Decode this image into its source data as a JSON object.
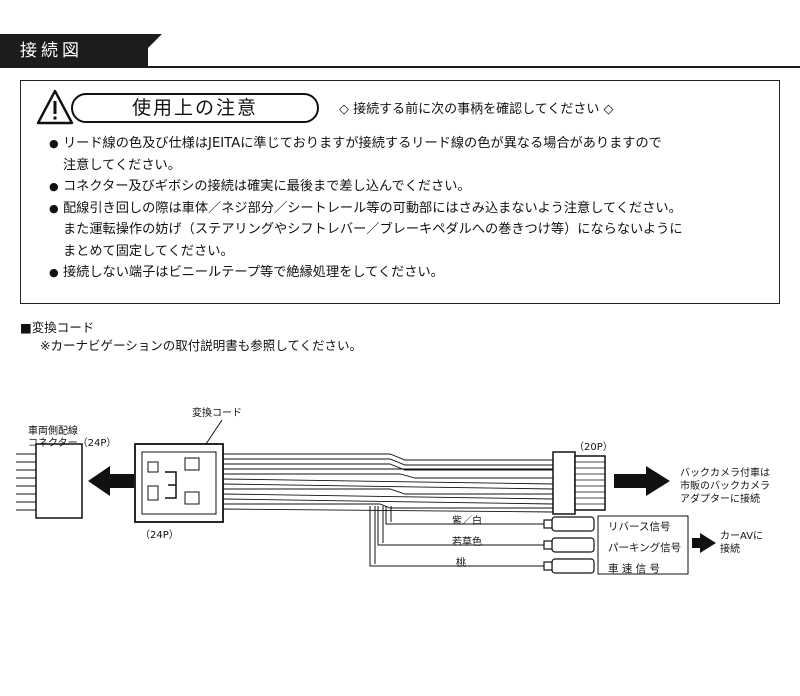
{
  "header": {
    "title": "接続図"
  },
  "caution": {
    "heading": "使用上の注意",
    "note": "◇ 接続する前に次の事柄を確認してください ◇",
    "items": [
      "リード線の色及び仕様はJEITAに準じておりますが接続するリード線の色が異なる場合がありますので",
      "注意してください。",
      "コネクター及びギボシの接続は確実に最後まで差し込んでください。",
      "配線引き回しの際は車体／ネジ部分／シートレール等の可動部にはさみ込まないよう注意してください。",
      "また運転操作の妨げ（ステアリングやシフトレバー／ブレーキペダルへの巻きつけ等）にならないように",
      "まとめて固定してください。",
      "接続しない端子はビニールテープ等で絶縁処理をしてください。"
    ]
  },
  "section": {
    "title": "■変換コード",
    "note": "※カーナビゲーションの取付説明書も参照してください。"
  },
  "diagram": {
    "vehicle_connector": "車両側配線",
    "vehicle_connector_2": "コネクター（24P）",
    "conversion_cord": "変換コード",
    "pin24": "（24P）",
    "pin20": "（20P）",
    "camera_note_1": "バックカメラ付車は",
    "camera_note_2": "市販のバックカメラ",
    "camera_note_3": "アダプターに接続",
    "wire_1_color": "紫／白",
    "wire_2_color": "若草色",
    "wire_3_color": "桃",
    "signal_1": "リバース信号",
    "signal_2": "パーキング信号",
    "signal_3": "車 速 信 号",
    "car_av_1": "カーAVに",
    "car_av_2": "接続"
  }
}
